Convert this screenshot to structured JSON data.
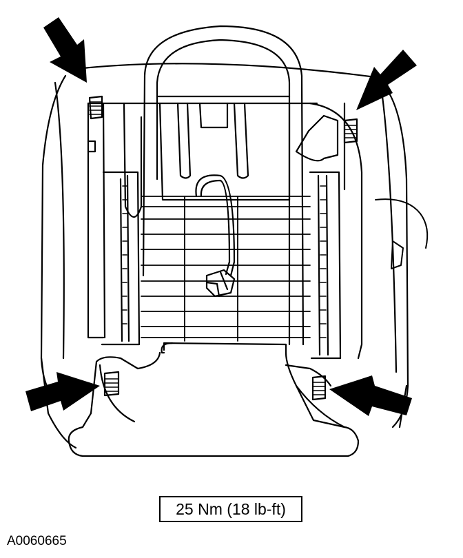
{
  "torque_spec": "25 Nm (18 lb-ft)",
  "figure_id": "A0060665",
  "colors": {
    "line": "#000000",
    "background": "#ffffff"
  },
  "callouts": [
    "arrow-top-left",
    "arrow-top-right",
    "arrow-bottom-left",
    "arrow-bottom-right"
  ]
}
